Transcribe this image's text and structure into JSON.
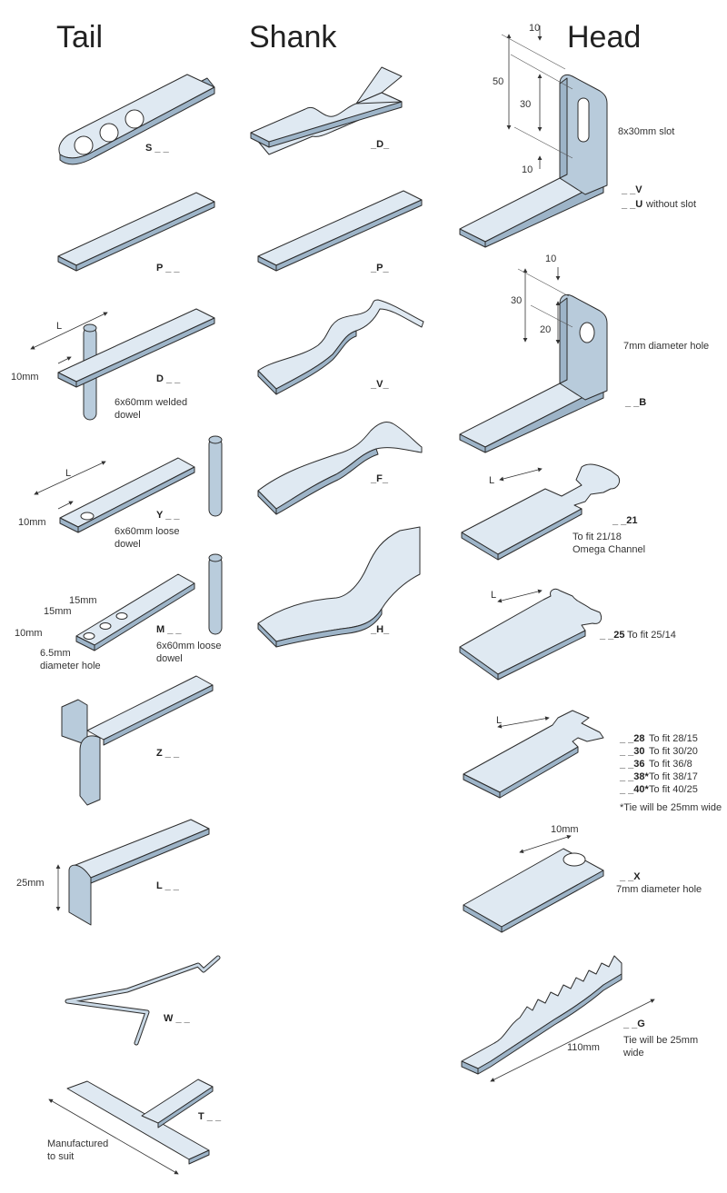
{
  "columns": {
    "tail": "Tail",
    "shank": "Shank",
    "head": "Head"
  },
  "tail": {
    "s": {
      "code": "S _ _"
    },
    "p": {
      "code": "P _ _"
    },
    "d": {
      "code": "D _ _",
      "dim_l": "L",
      "dim_10": "10mm",
      "note1": "6x60mm welded",
      "note2": "dowel"
    },
    "y": {
      "code": "Y _ _",
      "dim_l": "L",
      "dim_10": "10mm",
      "note1": "6x60mm loose",
      "note2": "dowel"
    },
    "m": {
      "code": "M _ _",
      "dim_15a": "15mm",
      "dim_15b": "15mm",
      "dim_10": "10mm",
      "hole1": "6.5mm",
      "hole2": "diameter hole",
      "note1": "6x60mm loose",
      "note2": "dowel"
    },
    "z": {
      "code": "Z _ _"
    },
    "l": {
      "code": "L _ _",
      "dim_25": "25mm"
    },
    "w": {
      "code": "W _ _"
    },
    "t": {
      "code": "T _ _",
      "note1": "Manufactured",
      "note2": "to suit"
    }
  },
  "shank": {
    "d": {
      "code": "_D_"
    },
    "p": {
      "code": "_P_"
    },
    "v": {
      "code": "_V_"
    },
    "f": {
      "code": "_F_"
    },
    "h": {
      "code": "_H_"
    }
  },
  "head": {
    "v": {
      "dim_10a": "10",
      "dim_50": "50",
      "dim_30": "30",
      "dim_10b": "10",
      "slot": "8x30mm slot",
      "code_v": "_ _V",
      "code_u": "_ _U",
      "u_note": "without slot"
    },
    "b": {
      "dim_10": "10",
      "dim_30": "30",
      "dim_20": "20",
      "hole": "7mm diameter hole",
      "code": "_ _B"
    },
    "c21": {
      "dim_l": "L",
      "code": "_ _21",
      "note1": "To fit 21/18",
      "note2": "Omega Channel"
    },
    "c25": {
      "dim_l": "L",
      "code": "_ _25",
      "note": "To fit 25/14"
    },
    "multi": {
      "dim_l": "L",
      "rows": [
        {
          "code": "_ _28",
          "note": "To fit 28/15"
        },
        {
          "code": "_ _30",
          "note": "To fit 30/20"
        },
        {
          "code": "_ _36",
          "note": "To fit 36/8"
        },
        {
          "code": "_ _38*",
          "note": "To fit 38/17"
        },
        {
          "code": "_ _40*",
          "note": "To fit 40/25"
        }
      ],
      "footnote": "*Tie will be 25mm wide"
    },
    "x": {
      "dim_10": "10mm",
      "code": "_ _X",
      "hole": "7mm diameter hole"
    },
    "g": {
      "code": "_ _G",
      "dim_110": "110mm",
      "note1": "Tie will be 25mm",
      "note2": "wide"
    }
  }
}
